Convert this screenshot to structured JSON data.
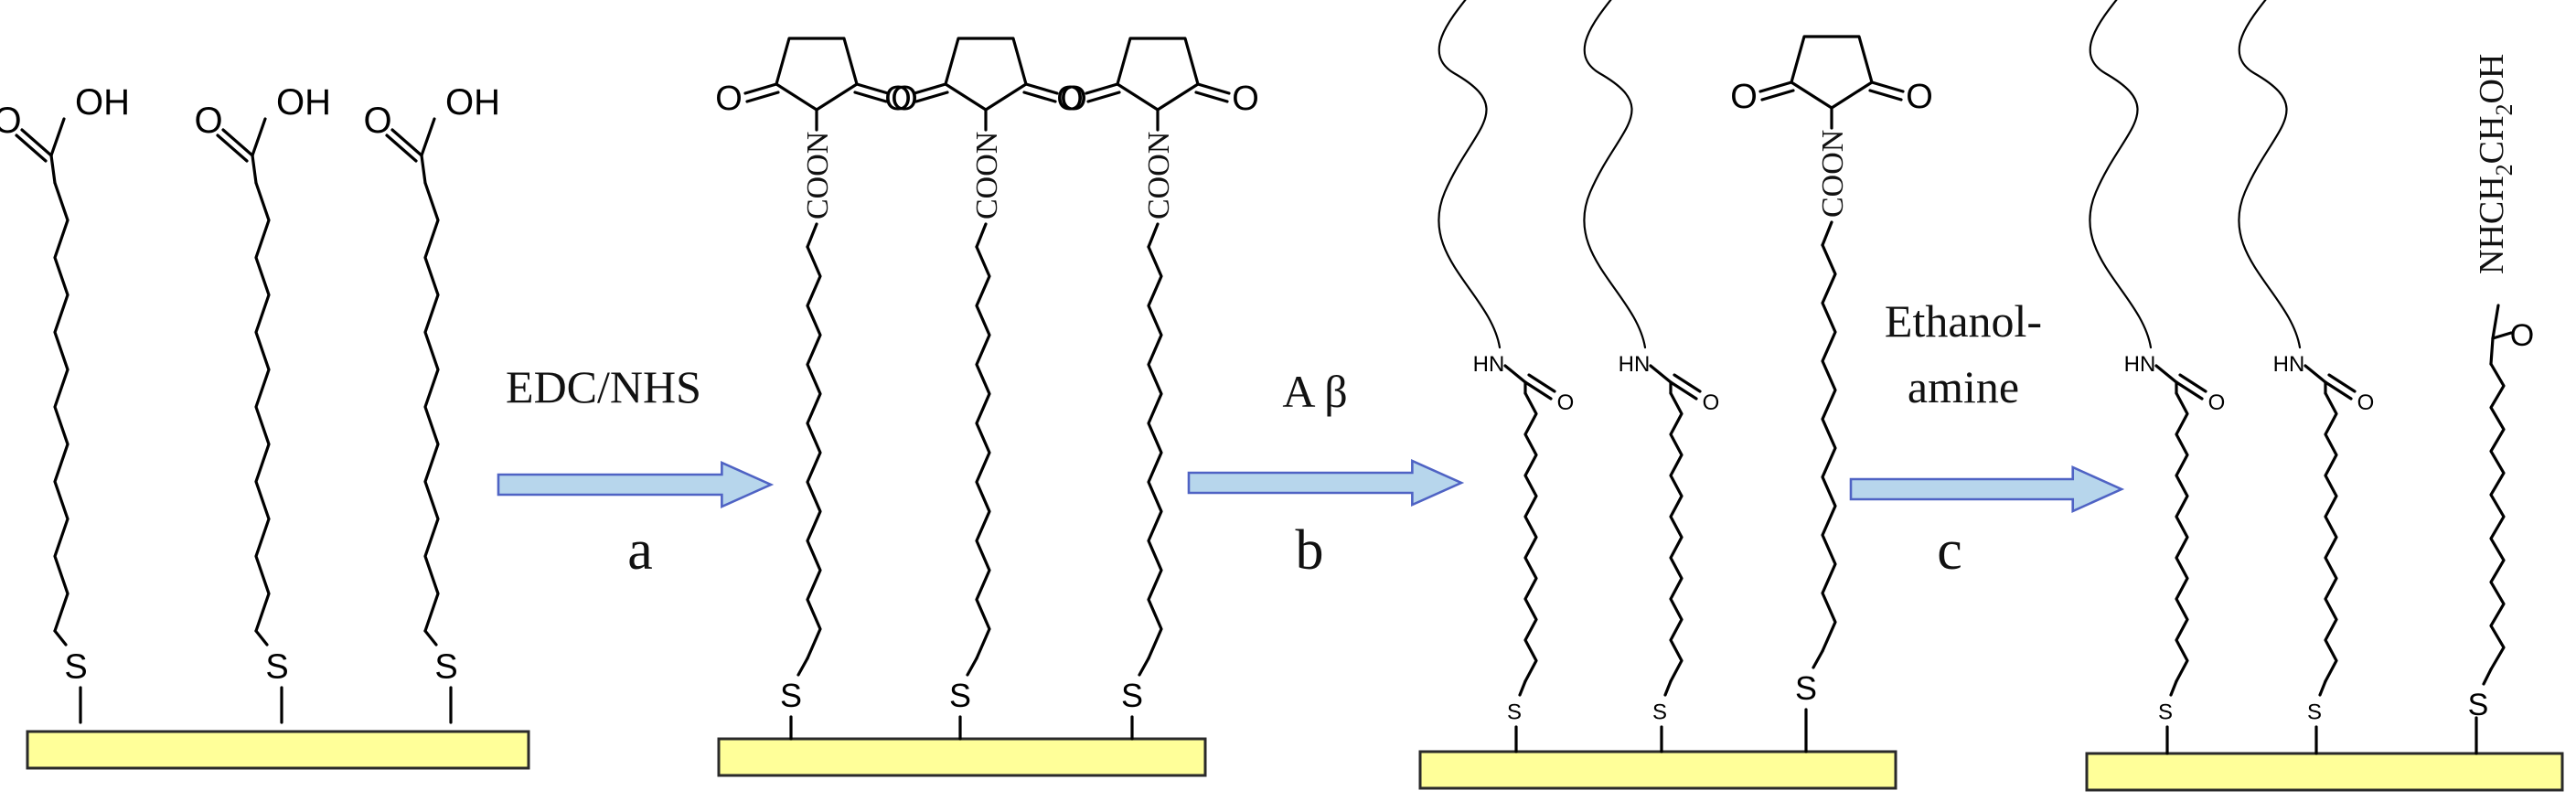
{
  "steps": {
    "a": {
      "reagent_lines": [
        "EDC/NHS"
      ],
      "letter": "a"
    },
    "b": {
      "reagent_lines": [
        "A β"
      ],
      "letter": "b"
    },
    "c": {
      "reagent_lines": [
        "Ethanol-",
        "amine"
      ],
      "letter": "c"
    }
  },
  "atoms": {
    "acid": "OH",
    "oxygen": "O",
    "sulfur": "S",
    "ester": "COON",
    "amide_nh": "HN",
    "ethanolamide": "NHCH",
    "ethanolamide_sub2": "2",
    "ethanolamide_ch": "CH",
    "ethanolamide_sub2b": "2",
    "ethanolamide_oh": "OH"
  },
  "colors": {
    "gold_surface": "#FFFF99",
    "arrow_fill": "#B7D6EC",
    "arrow_stroke": "#4F63C4"
  }
}
